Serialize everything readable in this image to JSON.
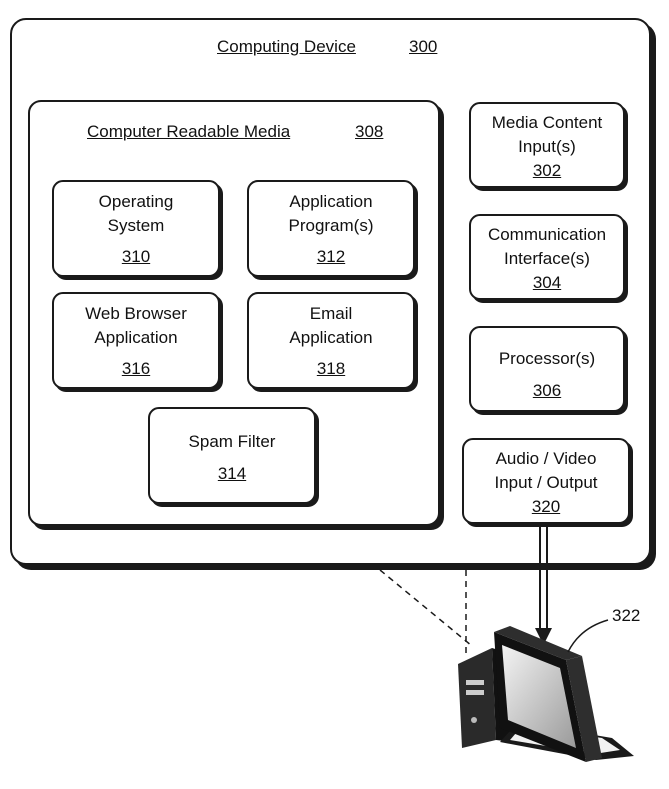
{
  "device": {
    "title": "Computing Device",
    "number": "300"
  },
  "crm": {
    "title": "Computer Readable Media",
    "number": "308"
  },
  "blocks": {
    "os": {
      "line1": "Operating",
      "line2": "System",
      "number": "310"
    },
    "app": {
      "line1": "Application",
      "line2": "Program(s)",
      "number": "312"
    },
    "web": {
      "line1": "Web Browser",
      "line2": "Application",
      "number": "316"
    },
    "email": {
      "line1": "Email",
      "line2": "Application",
      "number": "318"
    },
    "spam": {
      "line1": "Spam Filter",
      "number": "314"
    },
    "media": {
      "line1": "Media Content",
      "line2": "Input(s)",
      "number": "302"
    },
    "comm": {
      "line1": "Communication",
      "line2": "Interface(s)",
      "number": "304"
    },
    "proc": {
      "line1": "Processor(s)",
      "number": "306"
    },
    "av": {
      "line1": "Audio / Video",
      "line2": "Input / Output",
      "number": "320"
    }
  },
  "display_ref": "322"
}
